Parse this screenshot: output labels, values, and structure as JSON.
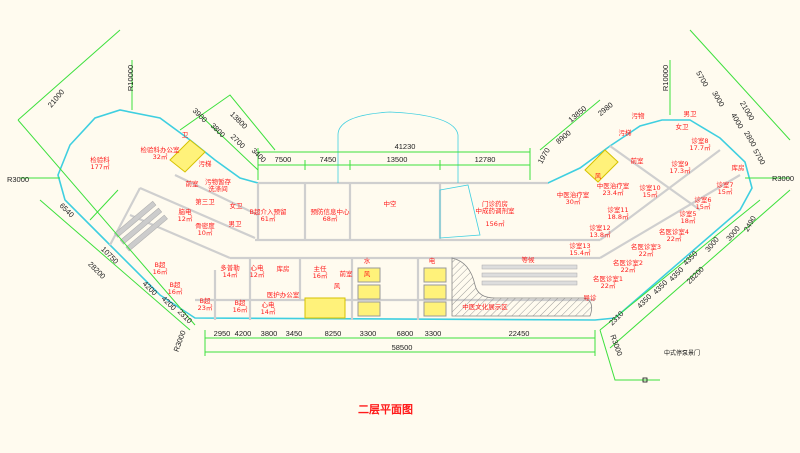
{
  "title": "二层平面图",
  "note": "中式停泵景门",
  "colors": {
    "background": "#fffbef",
    "room_text": "#ff1a1a",
    "dimension": "#3de03d",
    "wall": "#cfcfcf",
    "glass": "#3fcfe0",
    "stair": "#fff27a"
  },
  "rooms": [
    {
      "name": "检验科",
      "area": "177㎡"
    },
    {
      "name": "检验科办公室",
      "area": "32㎡"
    },
    {
      "name": "卫",
      "area": ""
    },
    {
      "name": "污梯",
      "area": ""
    },
    {
      "name": "污物暂存",
      "area": "洗涤间"
    },
    {
      "name": "前室",
      "area": ""
    },
    {
      "name": "第三卫",
      "area": ""
    },
    {
      "name": "女卫",
      "area": ""
    },
    {
      "name": "男卫",
      "area": ""
    },
    {
      "name": "脑电",
      "area": "12㎡"
    },
    {
      "name": "骨密度",
      "area": "10㎡"
    },
    {
      "name": "多普勒",
      "area": "14㎡"
    },
    {
      "name": "心电",
      "area": "12㎡"
    },
    {
      "name": "库房",
      "area": ""
    },
    {
      "name": "B超",
      "area": "16㎡"
    },
    {
      "name": "B超",
      "area": "16㎡"
    },
    {
      "name": "B超",
      "area": "23㎡"
    },
    {
      "name": "B超",
      "area": "16㎡"
    },
    {
      "name": "心电",
      "area": "14㎡"
    },
    {
      "name": "医护办公室",
      "area": ""
    },
    {
      "name": "B超介入预留",
      "area": "61㎡"
    },
    {
      "name": "预防信息中心",
      "area": "68㎡"
    },
    {
      "name": "中空",
      "area": ""
    },
    {
      "name": "门诊药房",
      "area": "中成药调剂室"
    },
    {
      "name": "",
      "area": "156㎡"
    },
    {
      "name": "主任",
      "area": "16㎡"
    },
    {
      "name": "前室",
      "area": ""
    },
    {
      "name": "风",
      "area": ""
    },
    {
      "name": "水",
      "area": ""
    },
    {
      "name": "风",
      "area": ""
    },
    {
      "name": "电",
      "area": ""
    },
    {
      "name": "等候",
      "area": ""
    },
    {
      "name": "中医文化展示区",
      "area": ""
    },
    {
      "name": "中医治疗室",
      "area": "30㎡"
    },
    {
      "name": "中医治疗室",
      "area": "23.4㎡"
    },
    {
      "name": "前室",
      "area": ""
    },
    {
      "name": "污梯",
      "area": ""
    },
    {
      "name": "污物",
      "area": ""
    },
    {
      "name": "男卫",
      "area": ""
    },
    {
      "name": "女卫",
      "area": ""
    },
    {
      "name": "诊室8",
      "area": "17.7㎡"
    },
    {
      "name": "诊室9",
      "area": "17.3㎡"
    },
    {
      "name": "诊室10",
      "area": "15㎡"
    },
    {
      "name": "诊室11",
      "area": "18.8㎡"
    },
    {
      "name": "诊室12",
      "area": "13.8㎡"
    },
    {
      "name": "诊室13",
      "area": "15.4㎡"
    },
    {
      "name": "库房",
      "area": ""
    },
    {
      "name": "诊室7",
      "area": "15㎡"
    },
    {
      "name": "诊室6",
      "area": "15㎡"
    },
    {
      "name": "诊室5",
      "area": "18㎡"
    },
    {
      "name": "名医诊室4",
      "area": "22㎡"
    },
    {
      "name": "名医诊室3",
      "area": "22㎡"
    },
    {
      "name": "名医诊室2",
      "area": "22㎡"
    },
    {
      "name": "名医诊室1",
      "area": "22㎡"
    },
    {
      "name": "导诊",
      "area": ""
    },
    {
      "name": "风",
      "area": ""
    }
  ],
  "dimensions": [
    "41230",
    "7500",
    "7450",
    "13500",
    "12780",
    "2950",
    "4200",
    "3800",
    "3450",
    "8250",
    "3300",
    "6800",
    "3300",
    "22450",
    "58500",
    "21000",
    "R10000",
    "R3000",
    "6540",
    "10750",
    "28200",
    "4200",
    "4200",
    "2310",
    "R3000",
    "3900",
    "3800",
    "13800",
    "2700",
    "3400",
    "R10000",
    "5700",
    "3000",
    "21000",
    "4000",
    "2800",
    "5700",
    "R3000",
    "13850",
    "8900",
    "2980",
    "1970",
    "2490",
    "3000",
    "3000",
    "4350",
    "4350",
    "4350",
    "4350",
    "28200",
    "2310",
    "R3000"
  ]
}
